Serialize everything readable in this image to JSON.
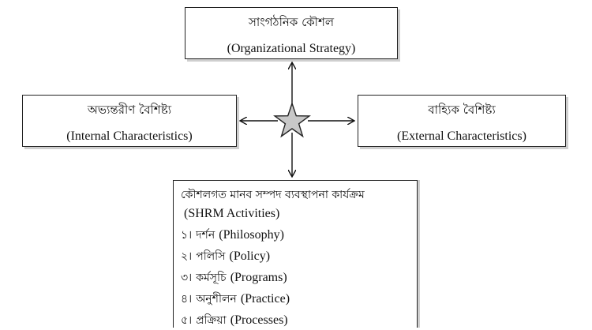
{
  "top_box": {
    "bn": "সাংগঠনিক কৌশল",
    "en": "(Organizational Strategy)"
  },
  "left_box": {
    "bn": "অভ্যন্তরীণ বৈশিষ্ট্য",
    "en": "(Internal Characteristics)"
  },
  "right_box": {
    "bn": "বাহ্যিক বৈশিষ্ট্য",
    "en": "(External Characteristics)"
  },
  "bottom_box": {
    "title_bn": "কৌশলগত মানব সম্পদ ব্যবস্থাপনা কার্যক্রম",
    "title_en": "(SHRM Activities)",
    "items": [
      {
        "num": "১।",
        "bn": "দর্শন",
        "en": "(Philosophy)"
      },
      {
        "num": "২।",
        "bn": "পলিসি",
        "en": "(Policy)"
      },
      {
        "num": "৩।",
        "bn": "কর্মসূচি",
        "en": "(Programs)"
      },
      {
        "num": "৪।",
        "bn": "অনুশীলন",
        "en": "(Practice)"
      },
      {
        "num": "৫।",
        "bn": "প্রক্রিয়া",
        "en": "(Processes)"
      }
    ]
  },
  "center_icon": "star-icon",
  "colors": {
    "star_fill": "#c8c8c8",
    "border": "#222222"
  }
}
